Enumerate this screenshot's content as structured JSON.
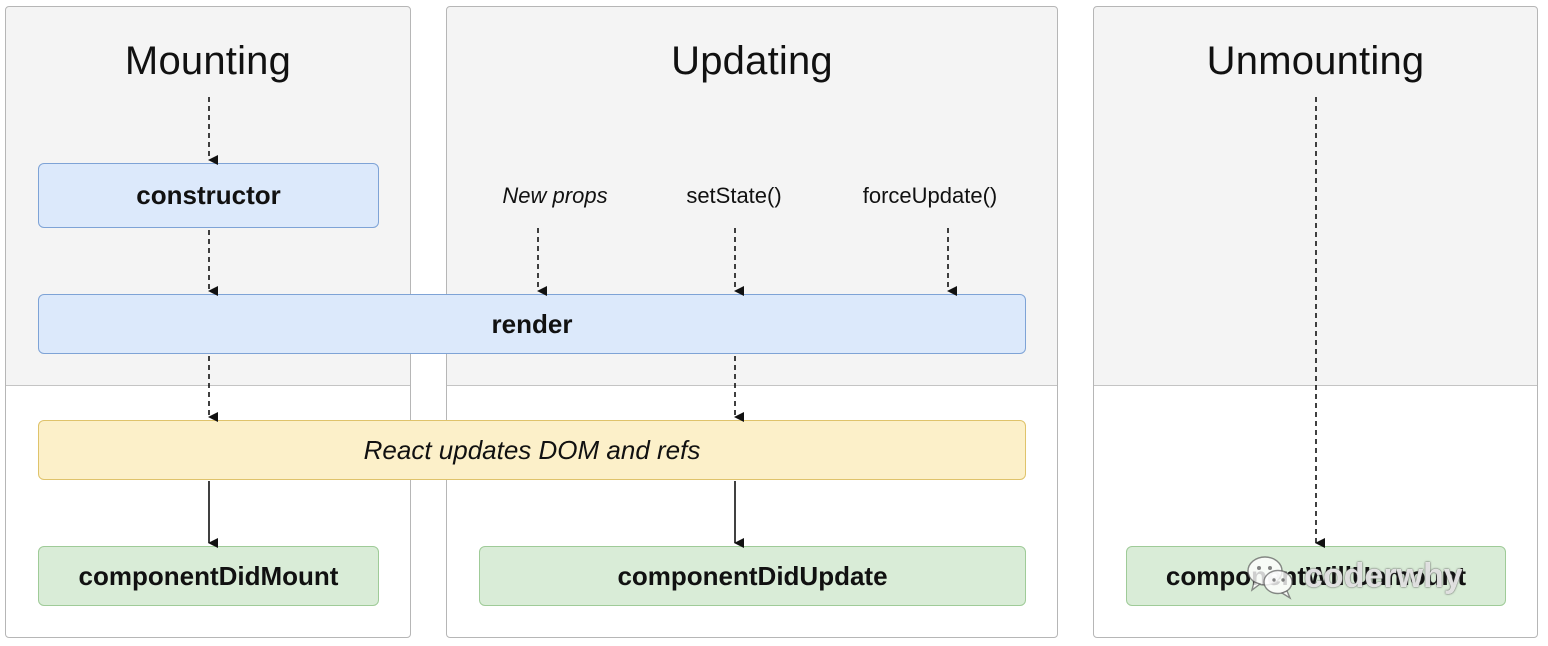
{
  "phases": {
    "mounting": {
      "title": "Mounting"
    },
    "updating": {
      "title": "Updating"
    },
    "unmounting": {
      "title": "Unmounting"
    }
  },
  "methods": {
    "constructor": "constructor",
    "render": "render",
    "dom_update": "React updates DOM and refs",
    "did_mount": "componentDidMount",
    "did_update": "componentDidUpdate",
    "will_unmount": "componentWillUnmount"
  },
  "triggers": {
    "new_props": "New props",
    "set_state": "setState()",
    "force_update": "forceUpdate()"
  },
  "watermark": {
    "text": "coderwhy"
  },
  "colors": {
    "phase_top_bg": "#f4f4f4",
    "blue_box": "#dce9fb",
    "yellow_box": "#fcf0c9",
    "green_box": "#d9ecd7"
  }
}
